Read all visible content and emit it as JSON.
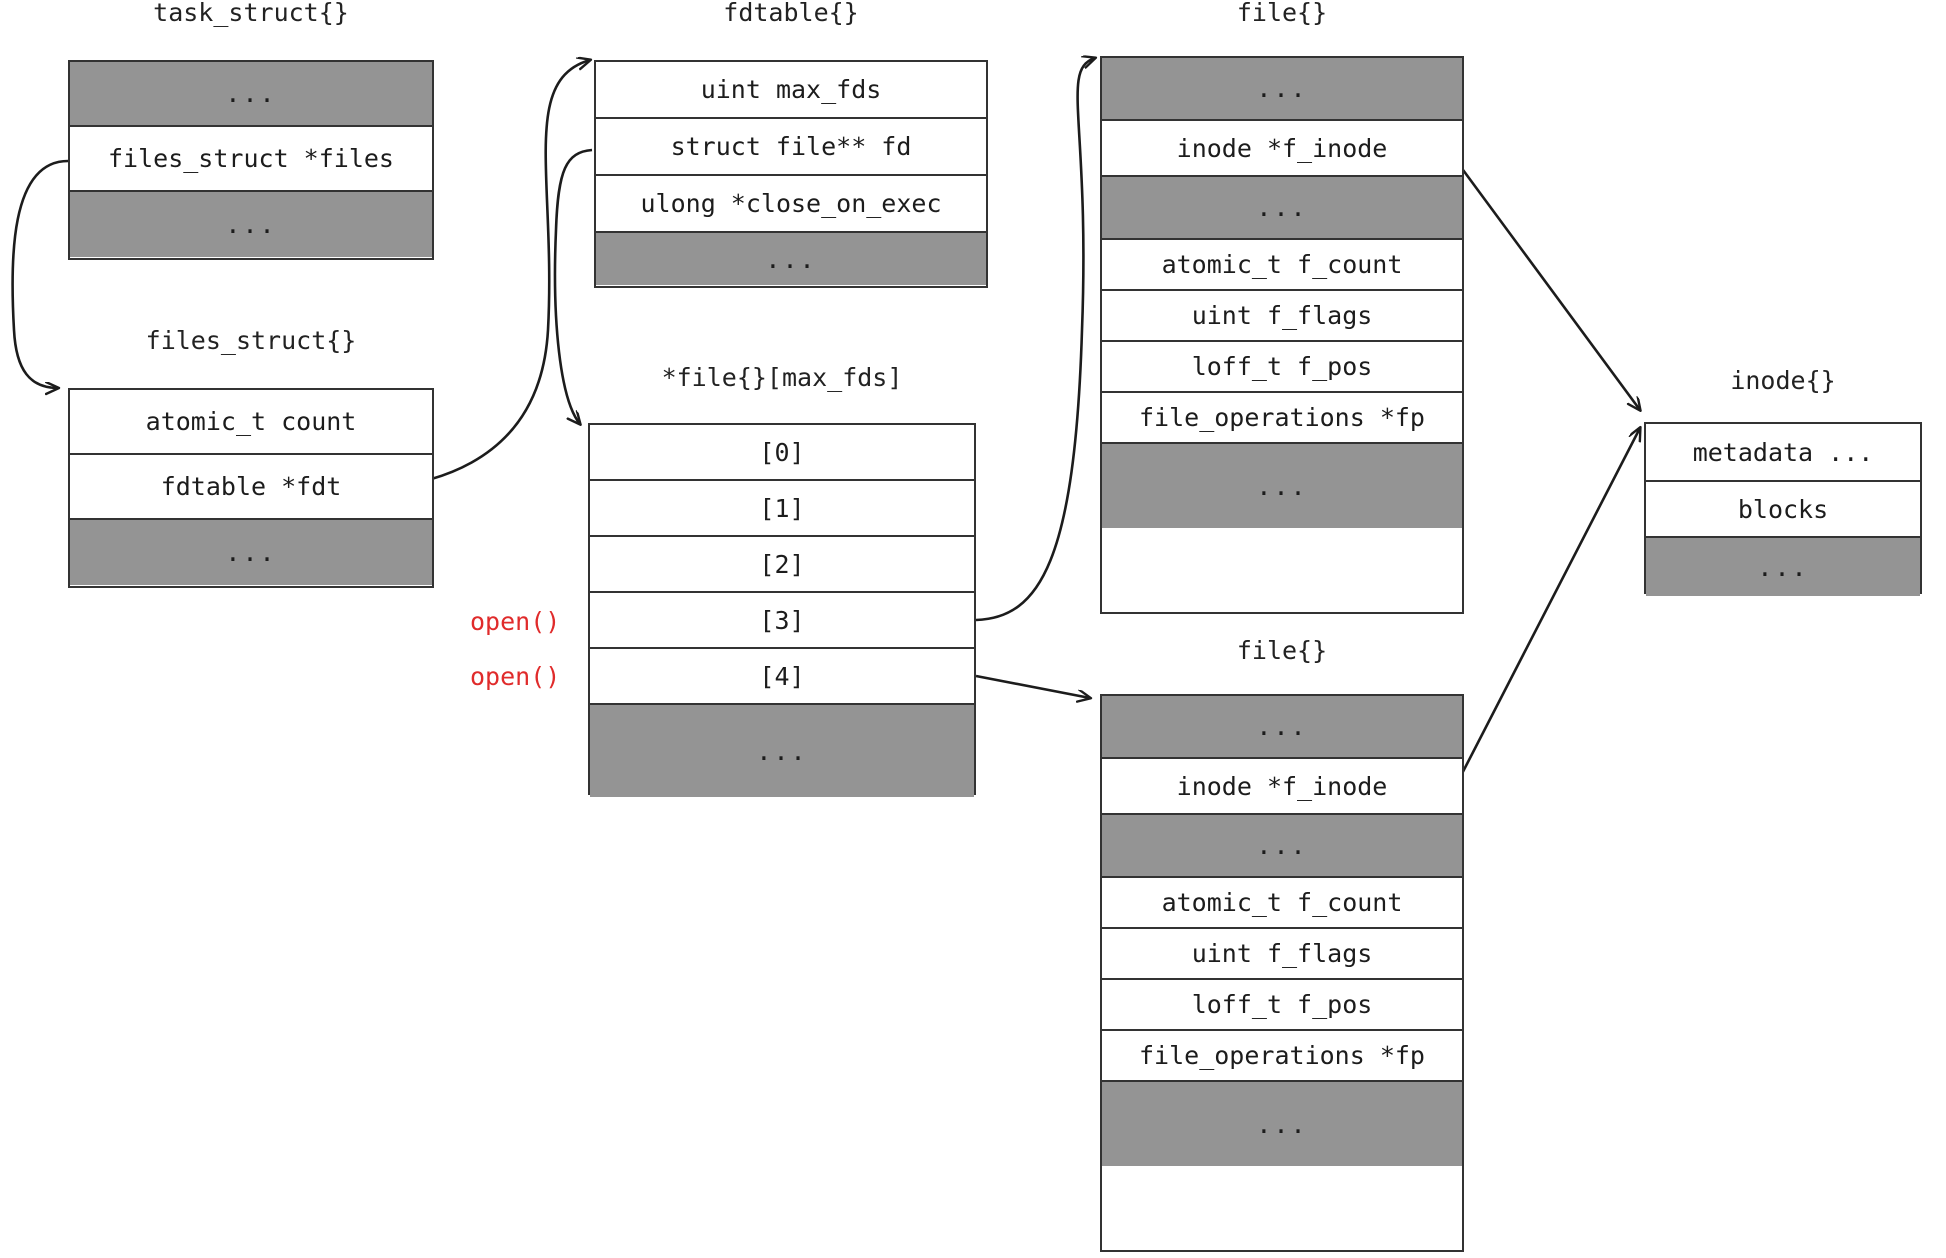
{
  "diagram": {
    "title": "linux-file-descriptor-structures",
    "colors": {
      "gray_fill": "#949494",
      "white_fill": "#ffffff",
      "border": "#333333",
      "text": "#1c1c1c",
      "annotation": "#e02b2b"
    },
    "ellipsis": "...",
    "structs": {
      "task_struct": {
        "title": "task_struct{}",
        "rows": [
          {
            "label": "...",
            "fill": "gray"
          },
          {
            "label": "files_struct *files",
            "fill": "white"
          },
          {
            "label": "...",
            "fill": "gray"
          }
        ]
      },
      "files_struct": {
        "title": "files_struct{}",
        "rows": [
          {
            "label": "atomic_t count",
            "fill": "white"
          },
          {
            "label": "fdtable *fdt",
            "fill": "white"
          },
          {
            "label": "...",
            "fill": "gray"
          }
        ]
      },
      "fdtable": {
        "title": "fdtable{}",
        "rows": [
          {
            "label": "uint max_fds",
            "fill": "white"
          },
          {
            "label": "struct file** fd",
            "fill": "white"
          },
          {
            "label": "ulong *close_on_exec",
            "fill": "white"
          },
          {
            "label": "...",
            "fill": "gray"
          }
        ]
      },
      "file_array": {
        "title": "*file{}[max_fds]",
        "rows": [
          {
            "label": "[0]",
            "fill": "white"
          },
          {
            "label": "[1]",
            "fill": "white"
          },
          {
            "label": "[2]",
            "fill": "white"
          },
          {
            "label": "[3]",
            "fill": "white"
          },
          {
            "label": "[4]",
            "fill": "white"
          },
          {
            "label": "...",
            "fill": "gray"
          }
        ]
      },
      "file_top": {
        "title": "file{}",
        "rows": [
          {
            "label": "...",
            "fill": "gray"
          },
          {
            "label": "inode *f_inode",
            "fill": "white"
          },
          {
            "label": "...",
            "fill": "gray"
          },
          {
            "label": "atomic_t f_count",
            "fill": "white"
          },
          {
            "label": "uint f_flags",
            "fill": "white"
          },
          {
            "label": "loff_t f_pos",
            "fill": "white"
          },
          {
            "label": "file_operations *fp",
            "fill": "white"
          },
          {
            "label": "...",
            "fill": "gray"
          }
        ]
      },
      "file_bottom": {
        "title": "file{}",
        "rows": [
          {
            "label": "...",
            "fill": "gray"
          },
          {
            "label": "inode *f_inode",
            "fill": "white"
          },
          {
            "label": "...",
            "fill": "gray"
          },
          {
            "label": "atomic_t f_count",
            "fill": "white"
          },
          {
            "label": "uint f_flags",
            "fill": "white"
          },
          {
            "label": "loff_t f_pos",
            "fill": "white"
          },
          {
            "label": "file_operations *fp",
            "fill": "white"
          },
          {
            "label": "...",
            "fill": "gray"
          }
        ]
      },
      "inode": {
        "title": "inode{}",
        "rows": [
          {
            "label": "metadata ...",
            "fill": "white"
          },
          {
            "label": "blocks",
            "fill": "white"
          },
          {
            "label": "...",
            "fill": "gray"
          }
        ]
      }
    },
    "annotations": [
      {
        "label": "open()",
        "target": "fd-index-3"
      },
      {
        "label": "open()",
        "target": "fd-index-4"
      }
    ]
  }
}
